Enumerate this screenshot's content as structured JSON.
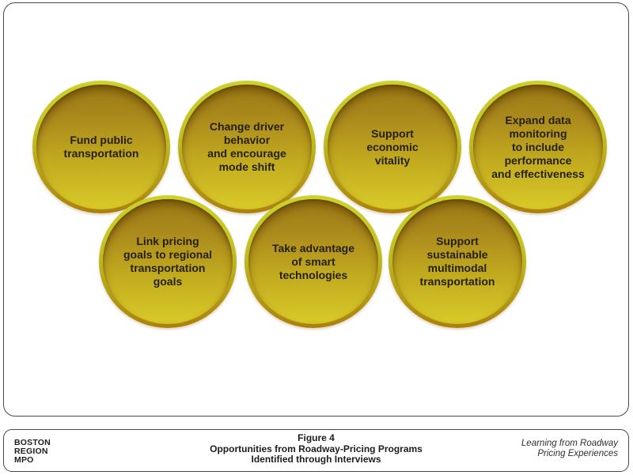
{
  "figure": {
    "circles": [
      {
        "id": "fund-public-transportation",
        "label": "Fund public\ntransportation"
      },
      {
        "id": "change-driver-behavior",
        "label": "Change driver behavior\nand encourage\nmode shift"
      },
      {
        "id": "support-economic-vitality",
        "label": "Support\neconomic\nvitality"
      },
      {
        "id": "expand-data-monitoring",
        "label": "Expand data monitoring\nto include performance\nand effectiveness"
      },
      {
        "id": "link-pricing-goals",
        "label": "Link pricing\ngoals to regional\ntransportation\ngoals"
      },
      {
        "id": "take-advantage-smart-tech",
        "label": "Take advantage\nof smart\ntechnologies"
      },
      {
        "id": "support-sustainable-multimodal",
        "label": "Support\nsustainable\nmultimodal\ntransportation"
      }
    ],
    "colors": {
      "circle_ring_top": "#ccd22c",
      "circle_ring_bottom": "#ab800c",
      "circle_fill_top": "#a8861c",
      "circle_fill_bottom": "#d9ca28",
      "circle_text": "#241f10",
      "border": "#48484a"
    }
  },
  "footer": {
    "logo": {
      "line1": "BOSTON",
      "line2": "REGION",
      "line3": "MPO"
    },
    "caption": {
      "line1": "Figure 4",
      "line2": "Opportunities from Roadway-Pricing Programs",
      "line3": "Identified through Interviews"
    },
    "project": {
      "line1": "Learning from Roadway",
      "line2": "Pricing Experiences"
    }
  }
}
